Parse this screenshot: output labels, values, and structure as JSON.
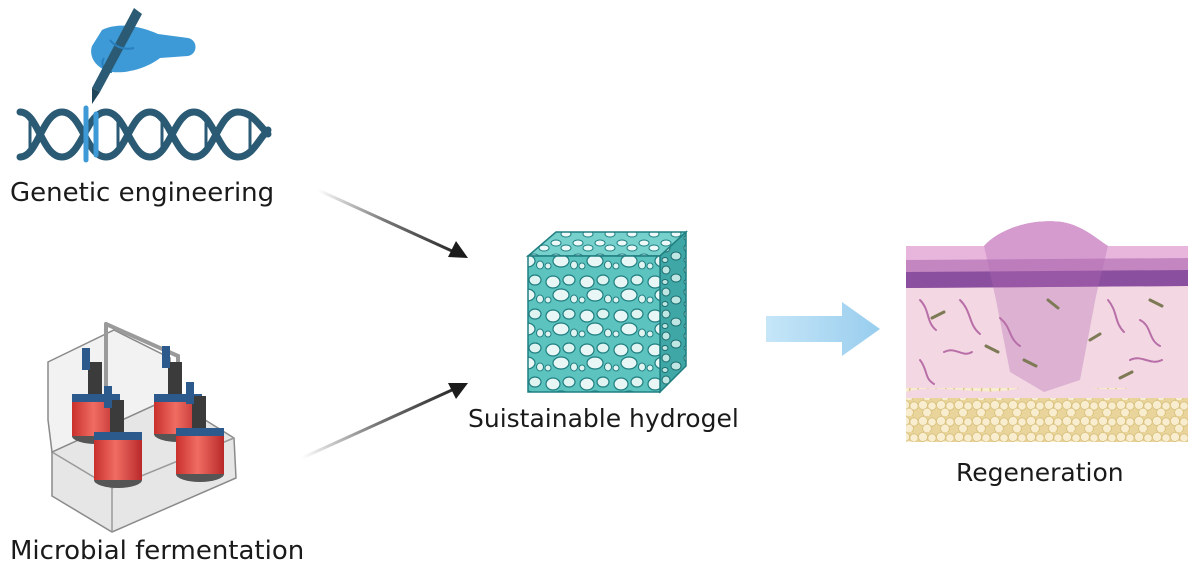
{
  "labels": {
    "genetic_engineering": "Genetic engineering",
    "microbial_fermentation": "Microbial fermentation",
    "hydrogel": "Suistainable hydrogel",
    "regeneration": "Regeneration"
  },
  "colors": {
    "dna": "#2b5b74",
    "hand": "#3d9ad6",
    "arrow": "#1c1c1c",
    "flow_arrow": "#a9d6f2",
    "hydrogel": "#5cc3bf",
    "hydrogel_dark": "#1f7e80",
    "skin_epidermis": "#c486c0",
    "skin_dermis": "#f3d7e3",
    "skin_fat": "#f1e2b8",
    "bioreactor_liquid": "#e5564f"
  },
  "icons": {
    "genetic": "hand-editing-dna-icon",
    "fermentation": "bioreactor-array-icon",
    "hydrogel": "porous-hydrogel-cube-icon",
    "regeneration": "skin-tissue-section-icon"
  }
}
